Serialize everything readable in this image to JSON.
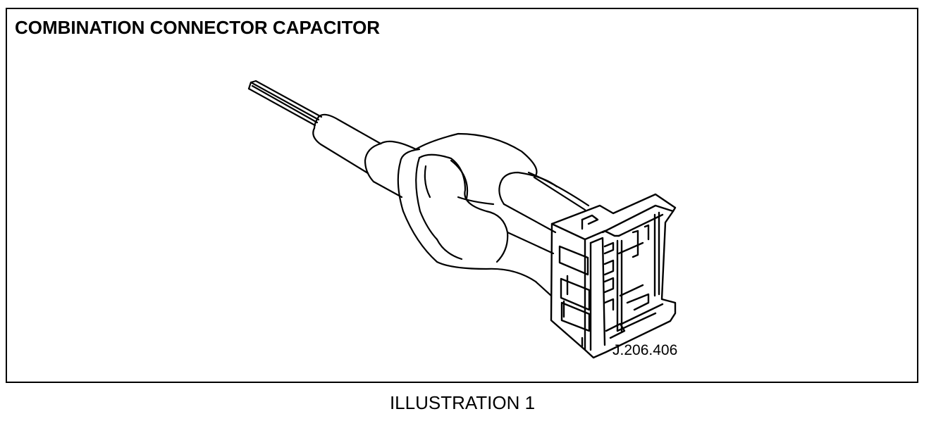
{
  "figure": {
    "title": "COMBINATION CONNECTOR CAPACITOR",
    "part_number": "J.206.406",
    "caption": "ILLUSTRATION 1"
  },
  "colors": {
    "line": "#000000",
    "background": "#ffffff"
  }
}
